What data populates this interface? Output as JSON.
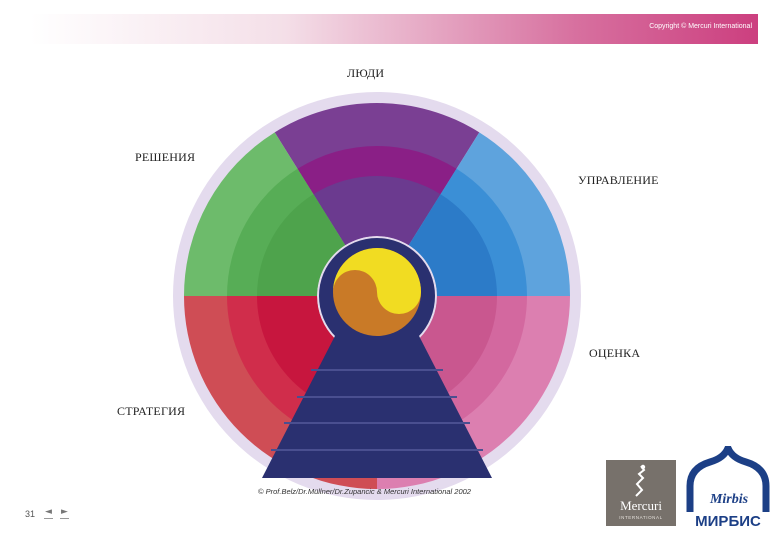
{
  "header": {
    "copyright": "Copyright © Mercuri International"
  },
  "diagram": {
    "labels": {
      "people": "ЛЮДИ",
      "decisions": "РЕШЕНИЯ",
      "management": "УПРАВЛЕНИЕ",
      "evaluation": "ОЦЕНКА",
      "strategy": "СТРАТЕГИЯ"
    },
    "colors": {
      "people": [
        "#7a3f93",
        "#8a1f86",
        "#6b3a8f"
      ],
      "management": [
        "#5ea3dd",
        "#3b8fd6",
        "#2c7bc8"
      ],
      "evaluation": [
        "#dc7fb0",
        "#d3689f",
        "#c9578f"
      ],
      "strategy": [
        "#cf4d55",
        "#d02d4b",
        "#c7163e"
      ],
      "decisions": [
        "#6dbb6b",
        "#57ad56",
        "#4ea34c"
      ],
      "rim": "#e4dbee",
      "navy": "#2a3070",
      "yin": "#f1dc22",
      "yang": "#c97a27"
    },
    "credit": "© Prof.Belz/Dr.Müllner/Dr.Zupancic & Mercuri International 2002"
  },
  "footer": {
    "page_number": "31",
    "prev_icon": "◄",
    "next_icon": "►"
  },
  "logos": {
    "mercuri_name": "Mercuri",
    "mercuri_sub": "INTERNATIONAL",
    "mirbis_script": "Mirbis",
    "mirbis_word": "МИРБИС"
  }
}
